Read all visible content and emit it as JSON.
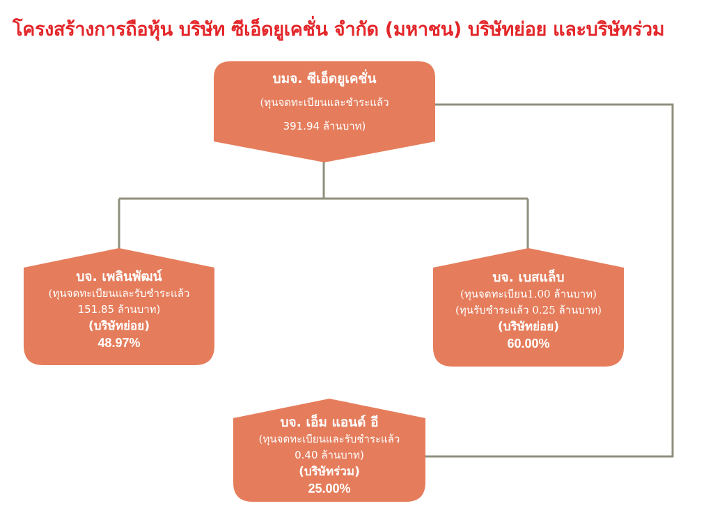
{
  "title": "โครงสร้างการถือหุ้น บริษัท ซีเอ็ดยูเคชั่น จำกัด (มหาชน) บริษัทย่อย และบริษัทร่วม",
  "colors": {
    "title": "#e3262a",
    "box_fill": "#e57d5c",
    "box_text": "#ffffff",
    "connector": "#8f8f7c"
  },
  "parent": {
    "name": "บมจ. ซีเอ็ดยูเคชั่น",
    "capital_line1": "(ทุนจดทะเบียนและชำระแล้ว",
    "capital_line2": "391.94 ล้านบาท)"
  },
  "subsidiary_1": {
    "name": "บจ. เพลินพัฒน์",
    "capital_line1": "(ทุนจดทะเบียนและรับชำระแล้ว",
    "capital_line2": "151.85 ล้านบาท)",
    "status": "(บริษัทย่อย)",
    "percent": "48.97%"
  },
  "subsidiary_2": {
    "name": "บจ. เบสแล็บ",
    "capital_line1": "(ทุนจดทะเบียน1.00 ล้านบาท)",
    "capital_line2": "(ทุนรับชำระแล้ว 0.25 ล้านบาท)",
    "status": "(บริษัทย่อย)",
    "percent": "60.00%"
  },
  "associate": {
    "name": "บจ. เอ็ม แอนด์ อี",
    "capital_line1": "(ทุนจดทะเบียนและรับชำระแล้ว",
    "capital_line2": "0.40 ล้านบาท)",
    "status": "(บริษัทร่วม)",
    "percent": "25.00%"
  }
}
